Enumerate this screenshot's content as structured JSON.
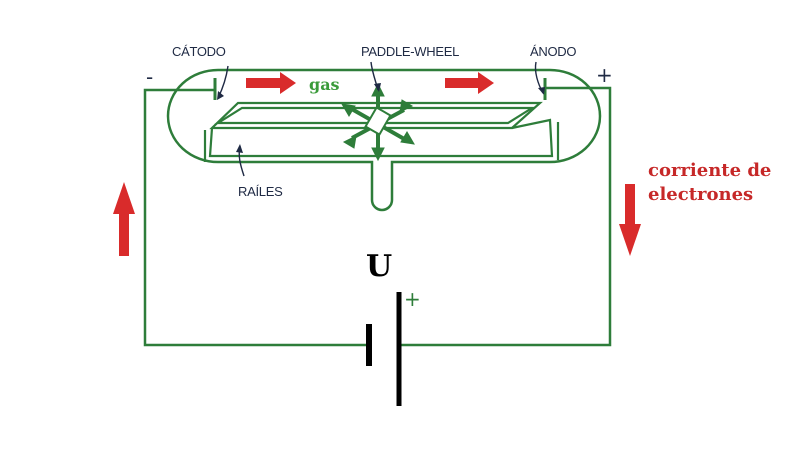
{
  "labels": {
    "cathode": "CÁTODO",
    "paddle_wheel": "PADDLE-WHEEL",
    "anode": "ÁNODO",
    "rails": "RAÍLES",
    "gas": "gas",
    "voltage": "U",
    "current_line1": "corriente de",
    "current_line2": "electrones",
    "minus_sign": "-",
    "plus_sign_tube": "+",
    "plus_sign_battery": "+"
  },
  "colors": {
    "circuit": "#2e7d3a",
    "arrow": "#d92b2b",
    "annotation": "#1f2a44",
    "battery": "#000000",
    "current_text": "#c62828",
    "gas_text": "#3a9b3a"
  }
}
